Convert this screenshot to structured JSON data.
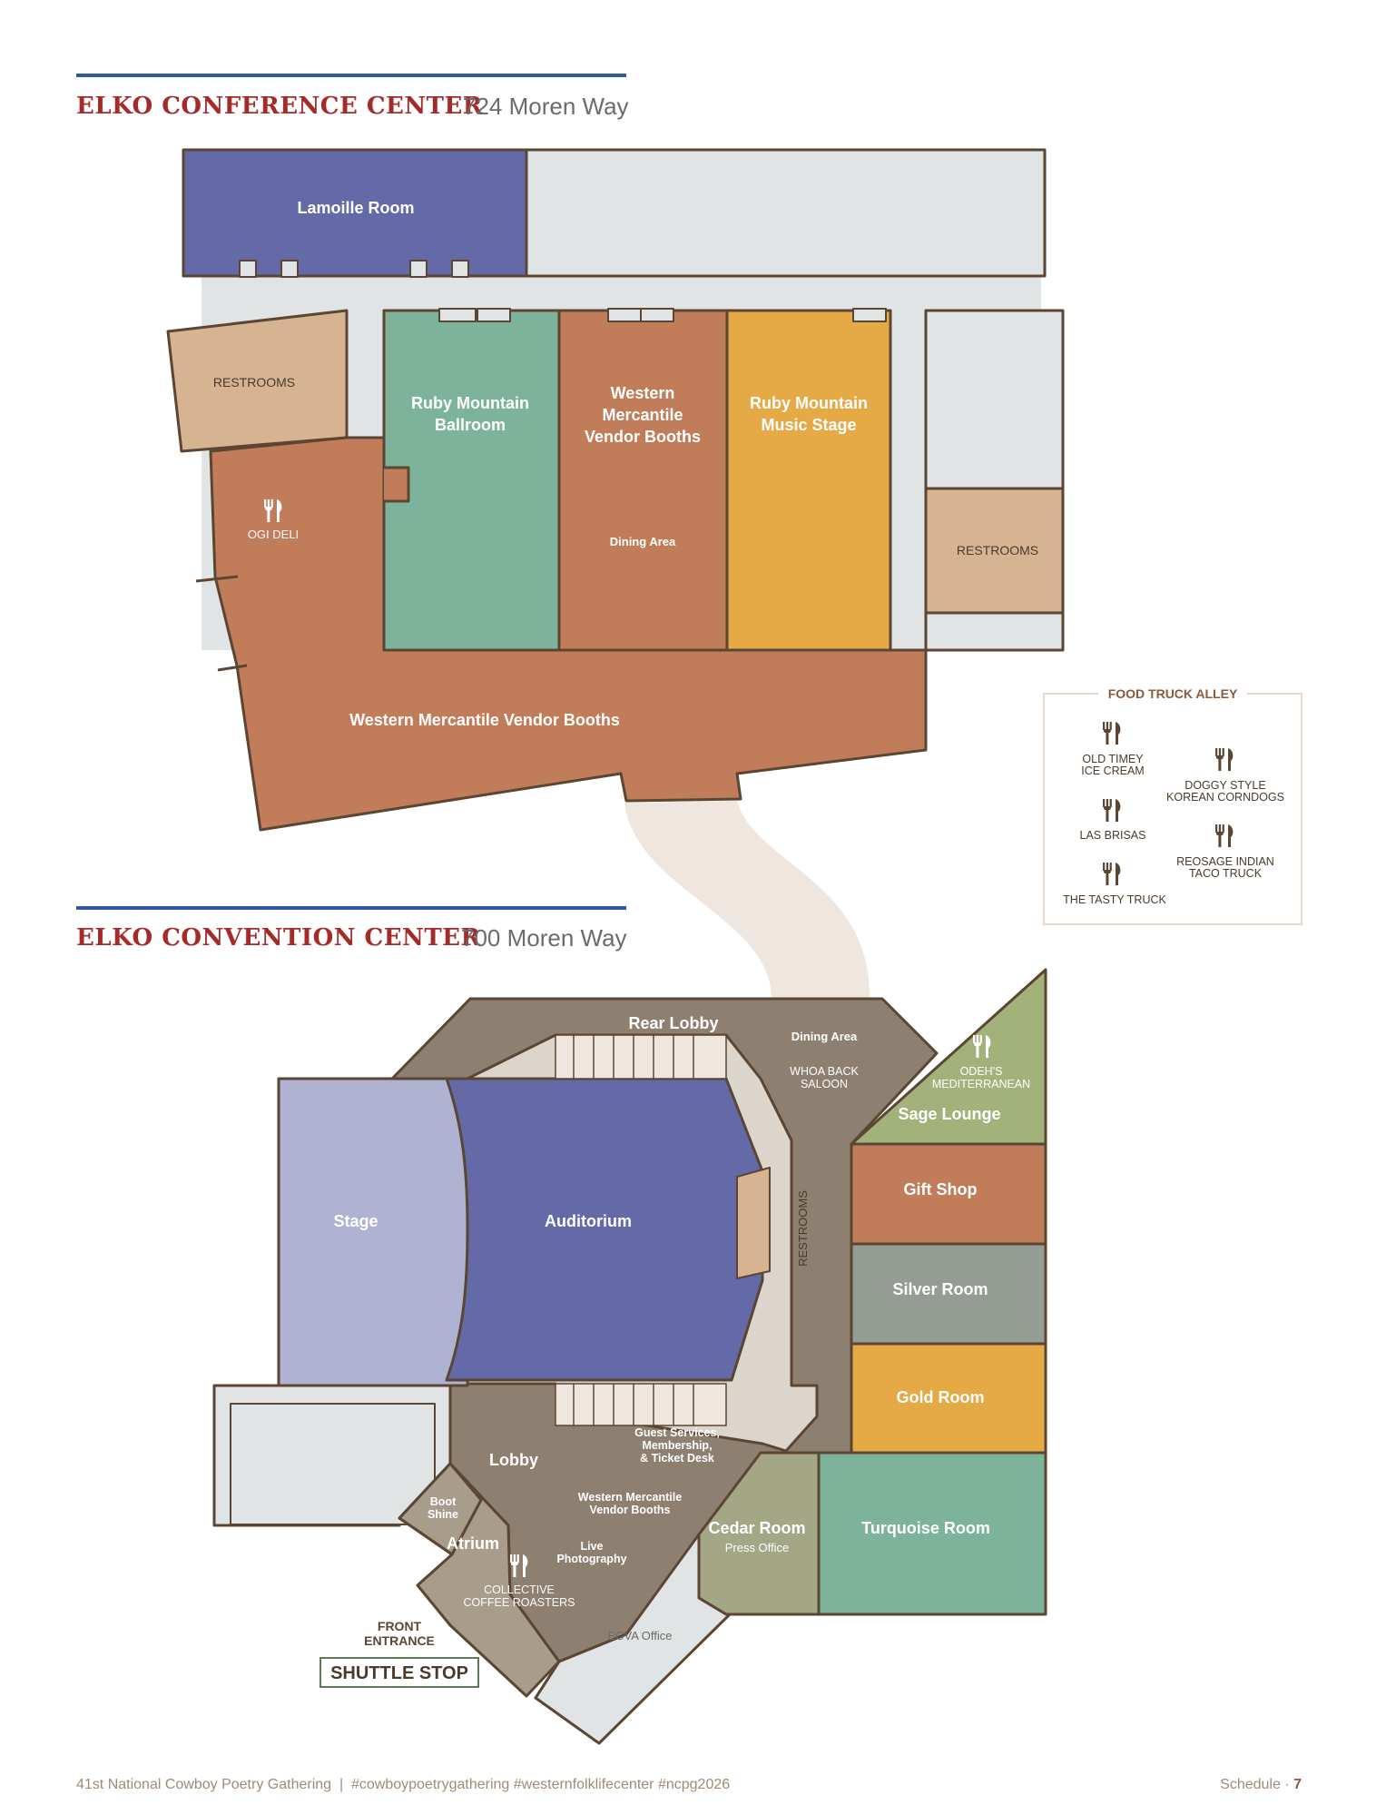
{
  "conference": {
    "title": "ELKO CONFERENCE CENTER",
    "address": "724 Moren Way",
    "rooms": {
      "lamoille": "Lamoille Room",
      "restrooms_left": "RESTROOMS",
      "ruby_ballroom_1": "Ruby Mountain",
      "ruby_ballroom_2": "Ballroom",
      "western_1": "Western",
      "western_2": "Mercantile",
      "western_3": "Vendor Booths",
      "dining_area": "Dining Area",
      "ruby_music_1": "Ruby Mountain",
      "ruby_music_2": "Music Stage",
      "restrooms_right": "RESTROOMS",
      "ogi_deli": "OGI DELI",
      "western_bottom": "Western Mercantile Vendor Booths"
    }
  },
  "food_truck_alley": {
    "title": "FOOD TRUCK ALLEY",
    "trucks": {
      "old_timey_1": "OLD TIMEY",
      "old_timey_2": "ICE CREAM",
      "doggy_1": "DOGGY STYLE",
      "doggy_2": "KOREAN CORNDOGS",
      "las_brisas": "LAS BRISAS",
      "reosage_1": "REOSAGE INDIAN",
      "reosage_2": "TACO TRUCK",
      "tasty": "THE TASTY TRUCK"
    }
  },
  "convention": {
    "title": "ELKO CONVENTION CENTER",
    "address": "700 Moren Way",
    "rooms": {
      "rear_lobby": "Rear Lobby",
      "dining_area": "Dining Area",
      "whoa_1": "WHOA BACK",
      "whoa_2": "SALOON",
      "odeh_1": "ODEH'S",
      "odeh_2": "MEDITERRANEAN",
      "sage_lounge": "Sage Lounge",
      "stage": "Stage",
      "auditorium": "Auditorium",
      "restrooms": "RESTROOMS",
      "gift_shop": "Gift Shop",
      "silver_room": "Silver Room",
      "gold_room": "Gold Room",
      "lobby": "Lobby",
      "guest_1": "Guest Services,",
      "guest_2": "Membership,",
      "guest_3": "& Ticket Desk",
      "wm_1": "Western Mercantile",
      "wm_2": "Vendor Booths",
      "live_1": "Live",
      "live_2": "Photography",
      "boot_1": "Boot",
      "boot_2": "Shine",
      "atrium": "Atrium",
      "collective_1": "COLLECTIVE",
      "collective_2": "COFFEE ROASTERS",
      "cedar_room": "Cedar Room",
      "press_office": "Press Office",
      "turquoise_room": "Turquoise Room",
      "ecva_office": "ECVA Office",
      "front_1": "FRONT",
      "front_2": "ENTRANCE",
      "shuttle_stop": "SHUTTLE STOP"
    }
  },
  "footer": {
    "left": "41st National Cowboy Poetry Gathering",
    "separator": "|",
    "hashtags": "#cowboypoetrygathering #westernfolklifecenter #ncpg2026",
    "section": "Schedule",
    "dot": "·",
    "page": "7"
  },
  "colors": {
    "wall": "#5a4632",
    "corridor": "#e1e4e5",
    "lamoille": "#6469a8",
    "green": "#7eb39b",
    "terracotta": "#c17d59",
    "gold": "#e5a945",
    "tan": "#d6b492",
    "brown": "#8e8070",
    "stage": "#b0b2d2",
    "silver": "#959c94",
    "sage": "#a3b27a",
    "cedar": "#a4a786",
    "walkway": "#efe6df",
    "heading_red": "#a52a2a",
    "rule_blue": "#2e5aa0"
  }
}
